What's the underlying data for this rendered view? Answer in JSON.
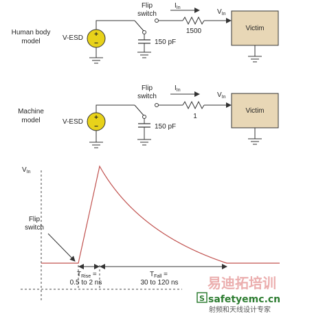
{
  "hbm": {
    "model_label_1": "Human body",
    "model_label_2": "model",
    "source": "V-ESD",
    "switch_1": "Flip",
    "switch_2": "switch",
    "current": "I",
    "current_sub": "In",
    "voltage": "V",
    "voltage_sub": "In",
    "resistor": "1500",
    "capacitor": "150 pF",
    "victim": "Victim",
    "plus": "+",
    "minus": "−"
  },
  "mm": {
    "model_label_1": "Machine",
    "model_label_2": "model",
    "source": "V-ESD",
    "switch_1": "Flip",
    "switch_2": "switch",
    "current": "I",
    "current_sub": "In",
    "voltage": "V",
    "voltage_sub": "In",
    "resistor": "1",
    "capacitor": "150 pF",
    "victim": "Victim",
    "plus": "+",
    "minus": "−"
  },
  "waveform": {
    "y_axis": "V",
    "y_axis_sub": "In",
    "switch_1": "Flip",
    "switch_2": "switch",
    "rise": "T",
    "rise_sub": "Rise",
    "rise_eq": " =",
    "rise_value": "0.5 to 2 ns",
    "fall": "T",
    "fall_sub": "Fall",
    "fall_eq": " =",
    "fall_value": "30 to 120 ns"
  },
  "watermark": {
    "cn_title": "易迪拓培训",
    "site_icon": "S",
    "site": "safetyemc.cn",
    "cn_sub": "射频和天线设计专家"
  },
  "colors": {
    "source_fill": "#e8d21a",
    "victim_fill": "#e8d7b6",
    "line": "#333333",
    "watermark_red": "#d9534f",
    "watermark_green": "#2e7d32"
  }
}
